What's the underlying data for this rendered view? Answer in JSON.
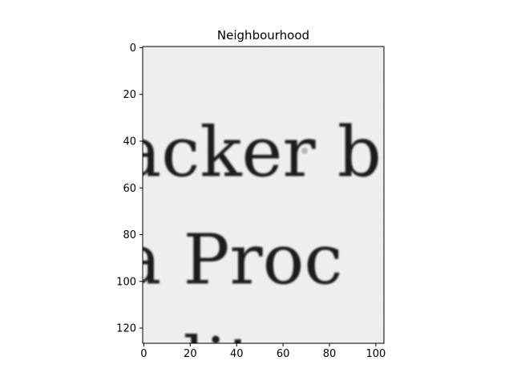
{
  "chart_data": {
    "type": "heatmap",
    "title": "Neighbourhood",
    "xlabel": "",
    "ylabel": "",
    "xlim": [
      -0.5,
      103.5
    ],
    "ylim": [
      126.5,
      -0.5
    ],
    "xticks": [
      0,
      20,
      40,
      60,
      80,
      100
    ],
    "yticks": [
      0,
      20,
      40,
      60,
      80,
      100,
      120
    ],
    "grid": false,
    "colormap": "gray",
    "background_color": "#f0f0f0",
    "text_color": "#1b1b1b",
    "image_text_lines": [
      {
        "text": "acker b",
        "baseline_y": 55
      },
      {
        "text": "a Proc",
        "baseline_y": 101
      },
      {
        "text": "edit-ca",
        "baseline_y": 145
      }
    ]
  }
}
